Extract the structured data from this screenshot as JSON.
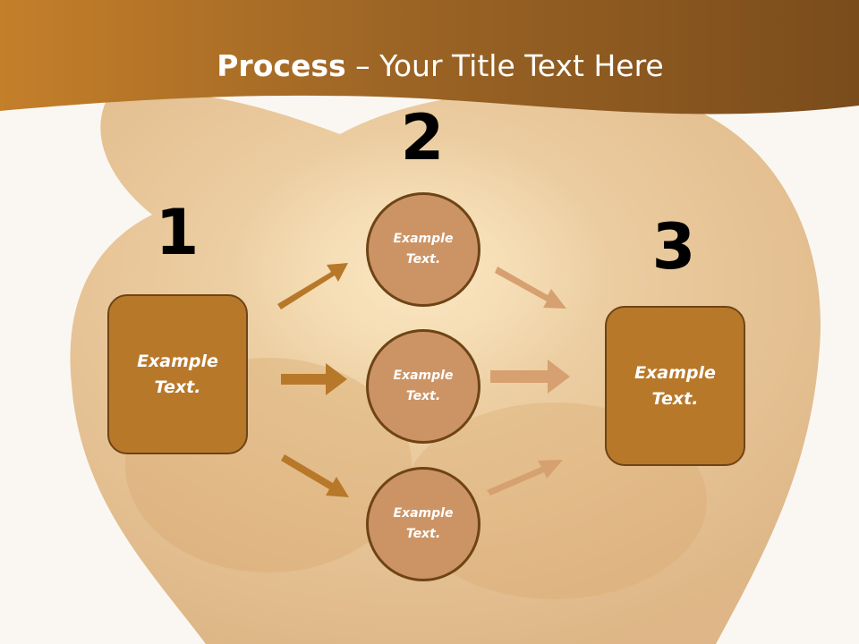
{
  "slide": {
    "title_bold": "Process",
    "title_rest": " – Your Title Text Here"
  },
  "steps": [
    {
      "number": "1",
      "box_text": "Example\nText."
    },
    {
      "number": "2"
    },
    {
      "number": "3",
      "box_text": "Example\nText."
    }
  ],
  "circles": [
    {
      "text": "Example\nText."
    },
    {
      "text": "Example\nText."
    },
    {
      "text": "Example\nText."
    }
  ],
  "colors": {
    "header_band": "#a86a22",
    "box_fill": "#b8782a",
    "circle_fill": "#cc9465",
    "outline": "#6e4416",
    "arrow_dark": "#b8782a",
    "arrow_light": "#d6a070"
  }
}
